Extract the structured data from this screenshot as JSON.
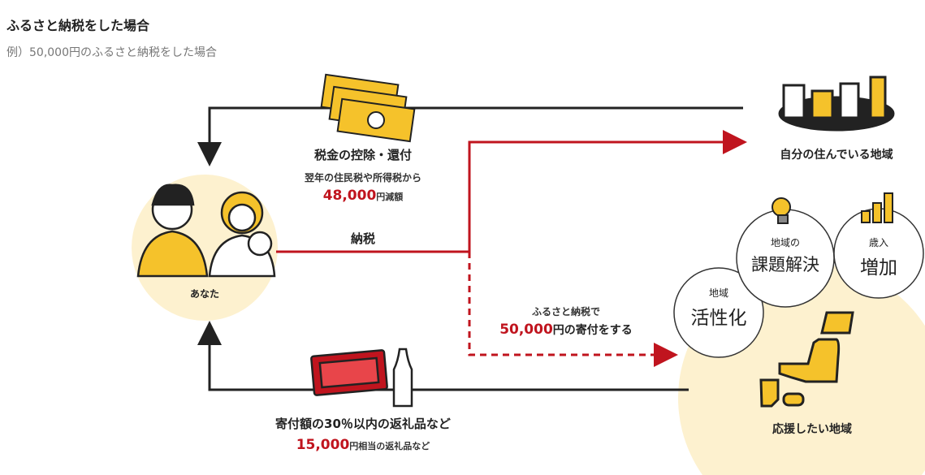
{
  "header": {
    "title": "ふるさと納税をした場合",
    "subtitle": "例）50,000円のふるさと納税をした場合"
  },
  "diagram": {
    "you_label": "あなた",
    "deduction": {
      "title": "税金の控除・還付",
      "desc": "翌年の住民税や所得税から",
      "amount": "48,000",
      "amount_suffix": "円減額"
    },
    "tax_label": "納税",
    "home_region": "自分の住んでいる地域",
    "donation": {
      "line1": "ふるさと納税で",
      "amount": "50,000",
      "amount_suffix": "円の寄付をする"
    },
    "gift": {
      "title": "寄付額の30％以内の返礼品など",
      "amount": "15,000",
      "amount_suffix": "円相当の返礼品など"
    },
    "support_region": "応援したい地域",
    "bubbles": [
      {
        "small": "地域",
        "large": "活性化"
      },
      {
        "small": "地域の",
        "large": "課題解決"
      },
      {
        "small": "歳入",
        "large": "増加"
      }
    ],
    "colors": {
      "red": "#c0141e",
      "yellow": "#f5c22b",
      "cream": "#fdf1cf",
      "line": "#222222"
    }
  }
}
